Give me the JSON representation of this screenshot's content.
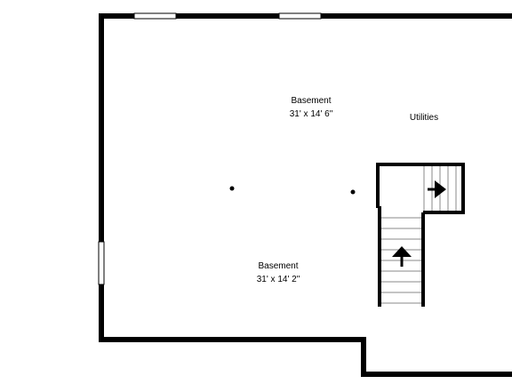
{
  "floorplan": {
    "rooms": [
      {
        "name": "Basement",
        "dimensions": "31' x 14' 6\""
      },
      {
        "name": "Utilities"
      },
      {
        "name": "Basement",
        "dimensions": "31' x 14' 2\""
      }
    ],
    "colors": {
      "wall": "#000000",
      "window": "#ffffff",
      "background": "#ffffff",
      "stair_line": "#888888"
    }
  }
}
